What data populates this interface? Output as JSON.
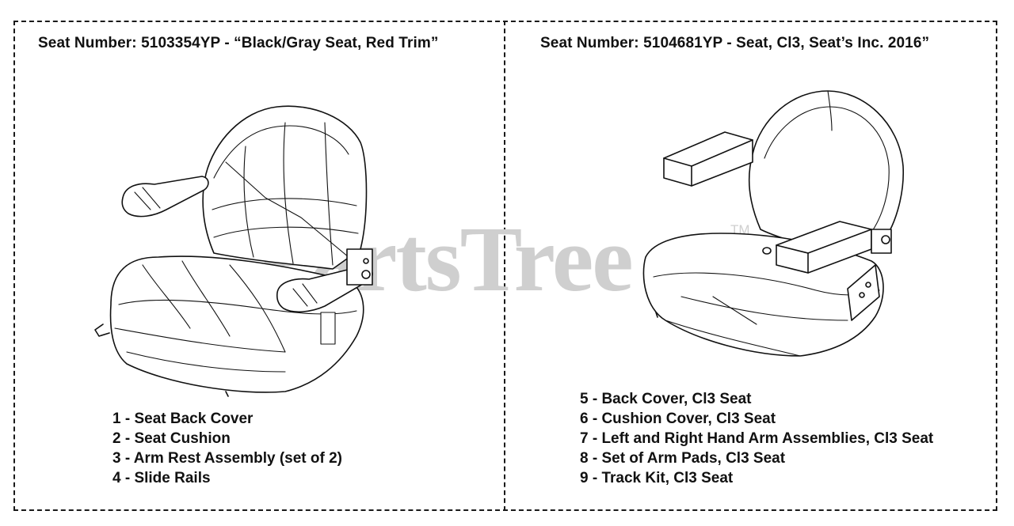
{
  "watermark": {
    "text": "PartsTree",
    "trademark": "TM"
  },
  "left_panel": {
    "title": "Seat Number: 5103354YP - “Black/Gray Seat, Red Trim”",
    "parts": [
      "1 - Seat Back Cover",
      "2 - Seat Cushion",
      "3 - Arm Rest Assembly (set of 2)",
      "4 - Slide Rails"
    ]
  },
  "right_panel": {
    "title": "Seat Number: 5104681YP - Seat, Cl3, Seat’s Inc. 2016”",
    "parts": [
      "5 - Back Cover, Cl3 Seat",
      "6 - Cushion Cover, Cl3 Seat",
      "7 - Left and Right Hand Arm Assemblies, Cl3 Seat",
      "8 - Set of Arm Pads, Cl3 Seat",
      "9 - Track Kit, Cl3 Seat"
    ]
  }
}
